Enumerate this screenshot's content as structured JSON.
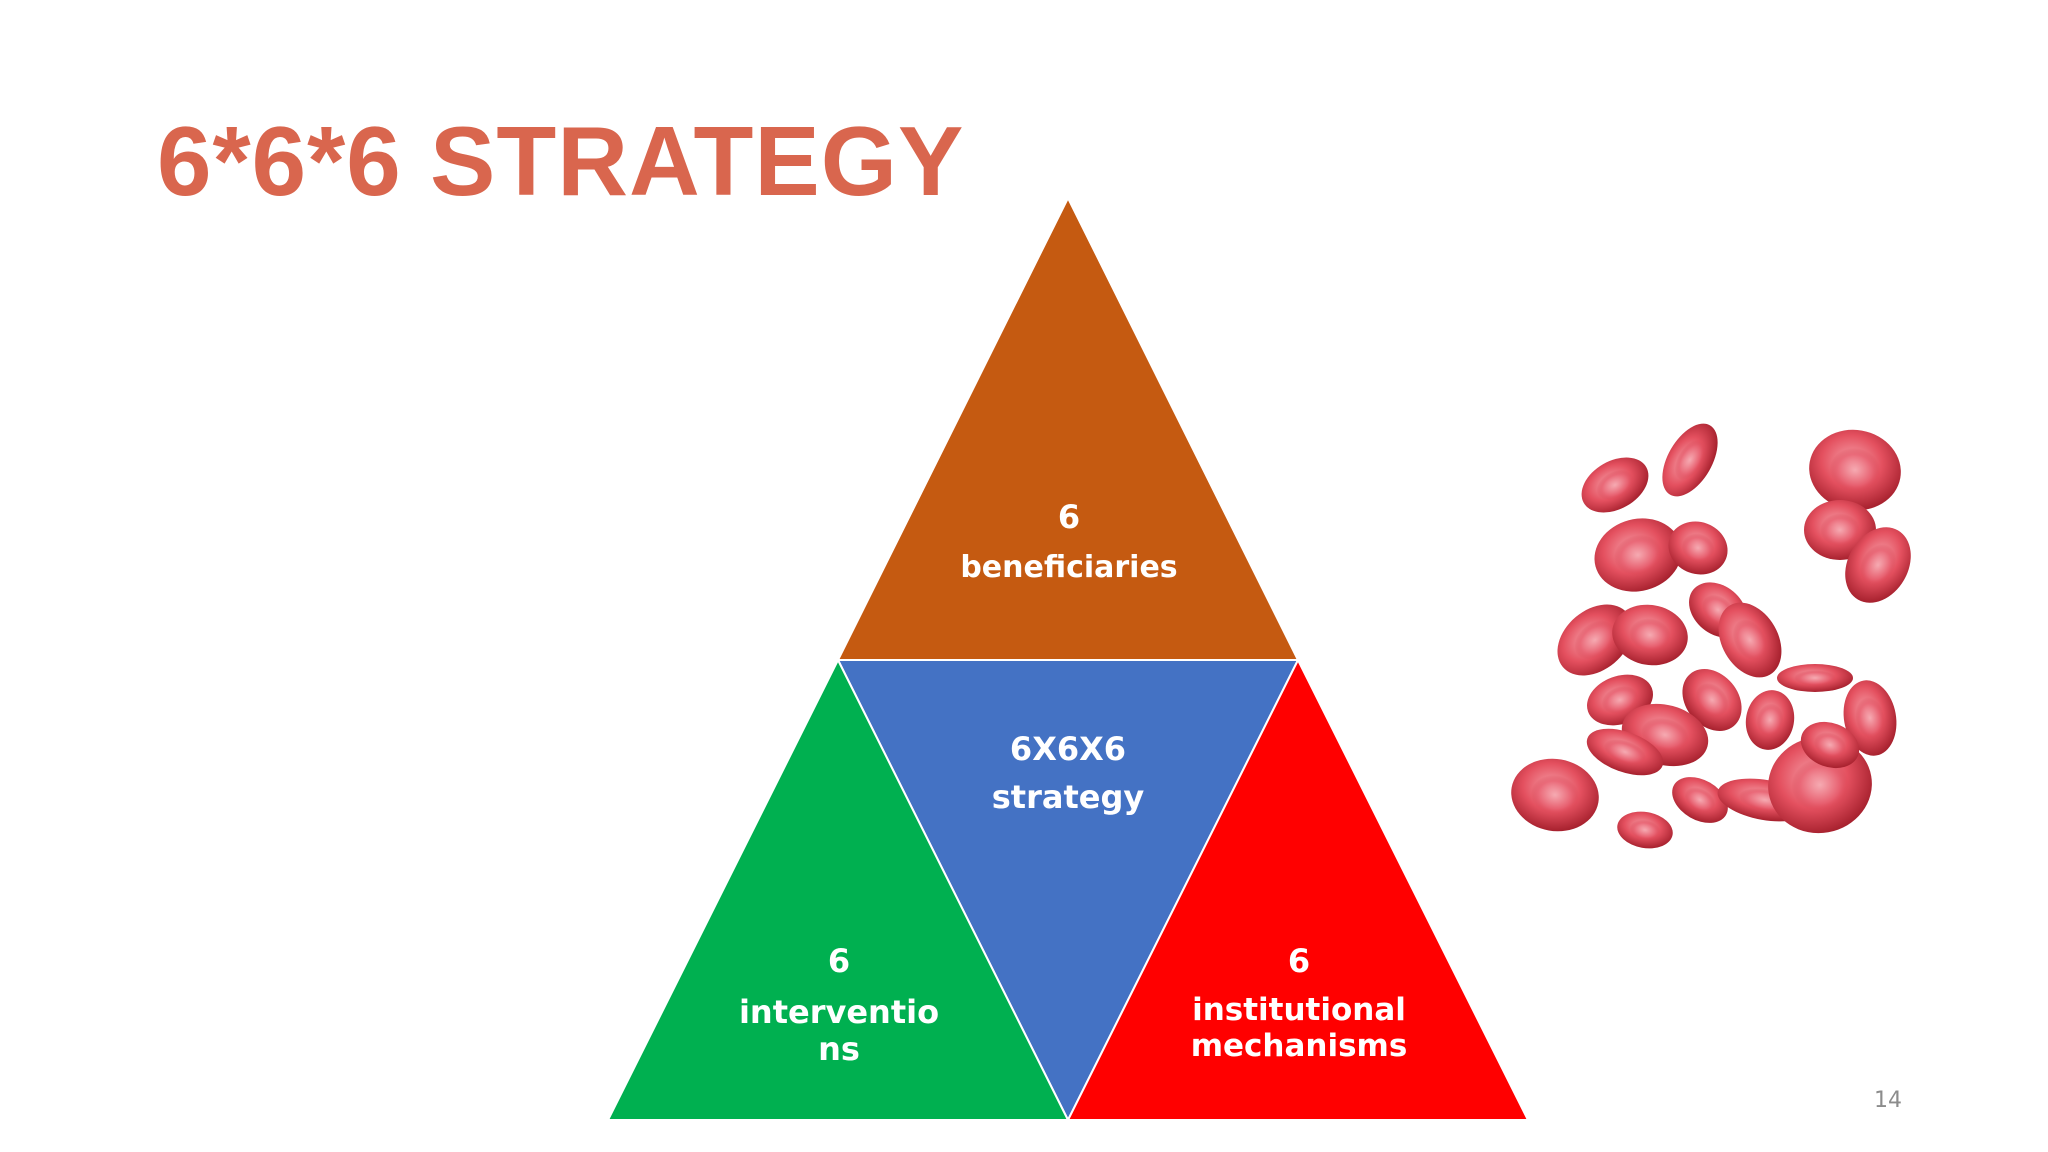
{
  "slide": {
    "title": "6*6*6 STRATEGY",
    "page_number": "14"
  },
  "colors": {
    "title": "#D9664E",
    "top_triangle": "#C55A11",
    "center_triangle": "#4472C4",
    "left_triangle": "#00B050",
    "right_triangle": "#FF0000",
    "blood_cell": "#E0485A"
  },
  "triangles": {
    "top": {
      "line1": "6",
      "line2": "beneficiaries"
    },
    "center": {
      "line1": "6X6X6",
      "line2": "strategy"
    },
    "left": {
      "line1": "6",
      "line2": "interventio",
      "line3": "ns"
    },
    "right": {
      "line1": "6",
      "line2": "institutional",
      "line3": "mechanisms"
    }
  },
  "image": {
    "icon": "red-blood-cells-icon"
  }
}
